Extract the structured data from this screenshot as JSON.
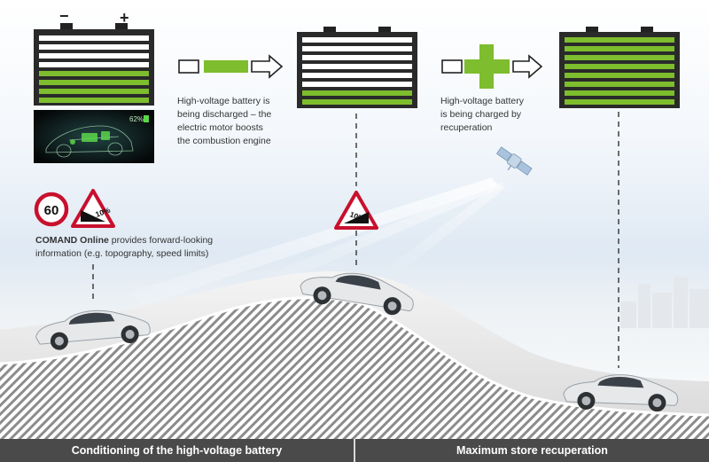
{
  "battery_terminals": {
    "negative": "−",
    "positive": "+"
  },
  "display_readout": "62%",
  "captions": {
    "discharge": [
      "High-voltage battery is",
      "being discharged – the",
      "electric motor boosts",
      "the combustion engine"
    ],
    "charge": [
      "High-voltage battery",
      "is being charged by",
      "recuperation"
    ],
    "comand_brand": "COMAND Online",
    "comand_rest": " provides forward-looking",
    "comand_line2": "information (e.g. topography, speed limits)"
  },
  "signs": {
    "speed_limit": "60",
    "gradient": "10%"
  },
  "footer": {
    "left": "Conditioning of the high-voltage battery",
    "right": "Maximum store recuperation"
  },
  "colors": {
    "green": "#7dbd2e",
    "dark": "#2a2a2a",
    "red": "#c8102e"
  }
}
